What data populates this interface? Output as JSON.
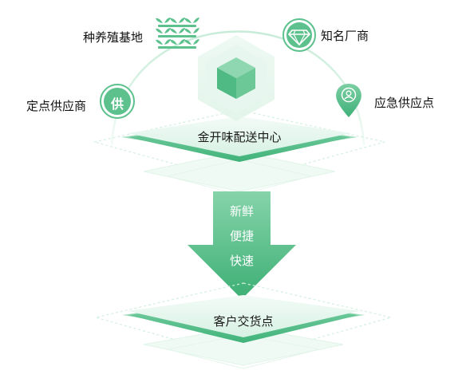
{
  "sources": {
    "farm": "种养殖基地",
    "manufacturer": "知名厂商",
    "fixed_supplier": "定点供应商",
    "emergency_supplier": "应急供应点",
    "supplier_badge": "供"
  },
  "center": "金开味配送中心",
  "arrow_text": [
    "新鲜",
    "便捷",
    "快速"
  ],
  "destination": "客户交货点",
  "colors": {
    "primary": "#4fbe88",
    "light": "#d6f3e4",
    "arc": "#cfeede"
  },
  "icons": {
    "farm": "sprout-rows-icon",
    "manufacturer": "diamond-icon",
    "fixed_supplier": "supply-badge-icon",
    "emergency_supplier": "location-pin-icon",
    "center": "cube-icon"
  }
}
